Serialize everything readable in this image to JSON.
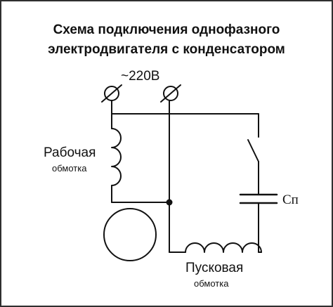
{
  "title": {
    "line1": "Схема подключения однофазного",
    "line2": "электродвигателя с конденсатором"
  },
  "voltage_label": "~220В",
  "working_winding": {
    "label_line1": "Рабочая",
    "label_line2": "обмотка"
  },
  "starting_winding": {
    "label_line1": "Пусковая",
    "label_line2": "обмотка"
  },
  "capacitor_label": "Сп",
  "colors": {
    "line": "#111111",
    "border": "#2f2f2f",
    "background": "#ffffff"
  }
}
